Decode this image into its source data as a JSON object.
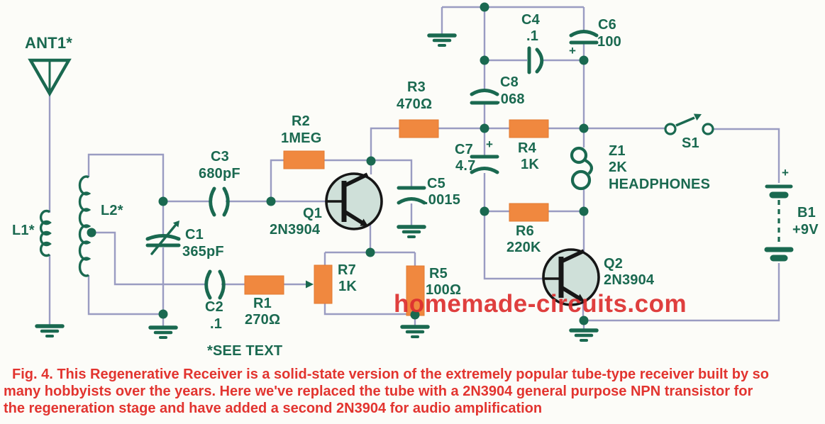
{
  "watermark": "homemade-circuits.com",
  "note": "*SEE TEXT",
  "caption": {
    "line1": "Fig. 4. This Regenerative Receiver is a solid-state version of the extremely popular tube-type receiver built by so",
    "line2": "many hobbyists over the years. Here we've replaced the tube with a 2N3904 general purpose NPN transistor for",
    "line3": "the regeneration stage and have added a second 2N3904 for audio amplification"
  },
  "colors": {
    "schematic_green": "#1a6950",
    "wire_blue": "#9a9cc2",
    "resistor_orange": "#f0883f",
    "transistor_fill": "#cfe0d9",
    "caption_red": "#e2342f",
    "watermark_red": "#dd2f2f"
  },
  "components": {
    "ant1": {
      "ref": "ANT1*"
    },
    "l1": {
      "ref": "L1*"
    },
    "l2": {
      "ref": "L2*"
    },
    "c1": {
      "ref": "C1",
      "value": "365pF"
    },
    "c2": {
      "ref": "C2",
      "value": ".1"
    },
    "c3": {
      "ref": "C3",
      "value": "680pF"
    },
    "c4": {
      "ref": "C4",
      "value": ".1"
    },
    "c5": {
      "ref": "C5",
      "value": ".0015"
    },
    "c6": {
      "ref": "C6",
      "value": "100",
      "polarity": "+"
    },
    "c7": {
      "ref": "C7",
      "value": "4.7",
      "polarity": "+"
    },
    "c8": {
      "ref": "C8",
      "value": ".068"
    },
    "r1": {
      "ref": "R1",
      "value": "270Ω"
    },
    "r2": {
      "ref": "R2",
      "value": "1MEG"
    },
    "r3": {
      "ref": "R3",
      "value": "470Ω"
    },
    "r4": {
      "ref": "R4",
      "value": "1K"
    },
    "r5": {
      "ref": "R5",
      "value": "100Ω"
    },
    "r6": {
      "ref": "R6",
      "value": "220K"
    },
    "r7": {
      "ref": "R7",
      "value": "1K"
    },
    "q1": {
      "ref": "Q1",
      "value": "2N3904"
    },
    "q2": {
      "ref": "Q2",
      "value": "2N3904"
    },
    "z1": {
      "ref": "Z1",
      "value": "2K",
      "type": "HEADPHONES"
    },
    "s1": {
      "ref": "S1"
    },
    "b1": {
      "ref": "B1",
      "value": "+9V",
      "polarity": "+"
    }
  }
}
